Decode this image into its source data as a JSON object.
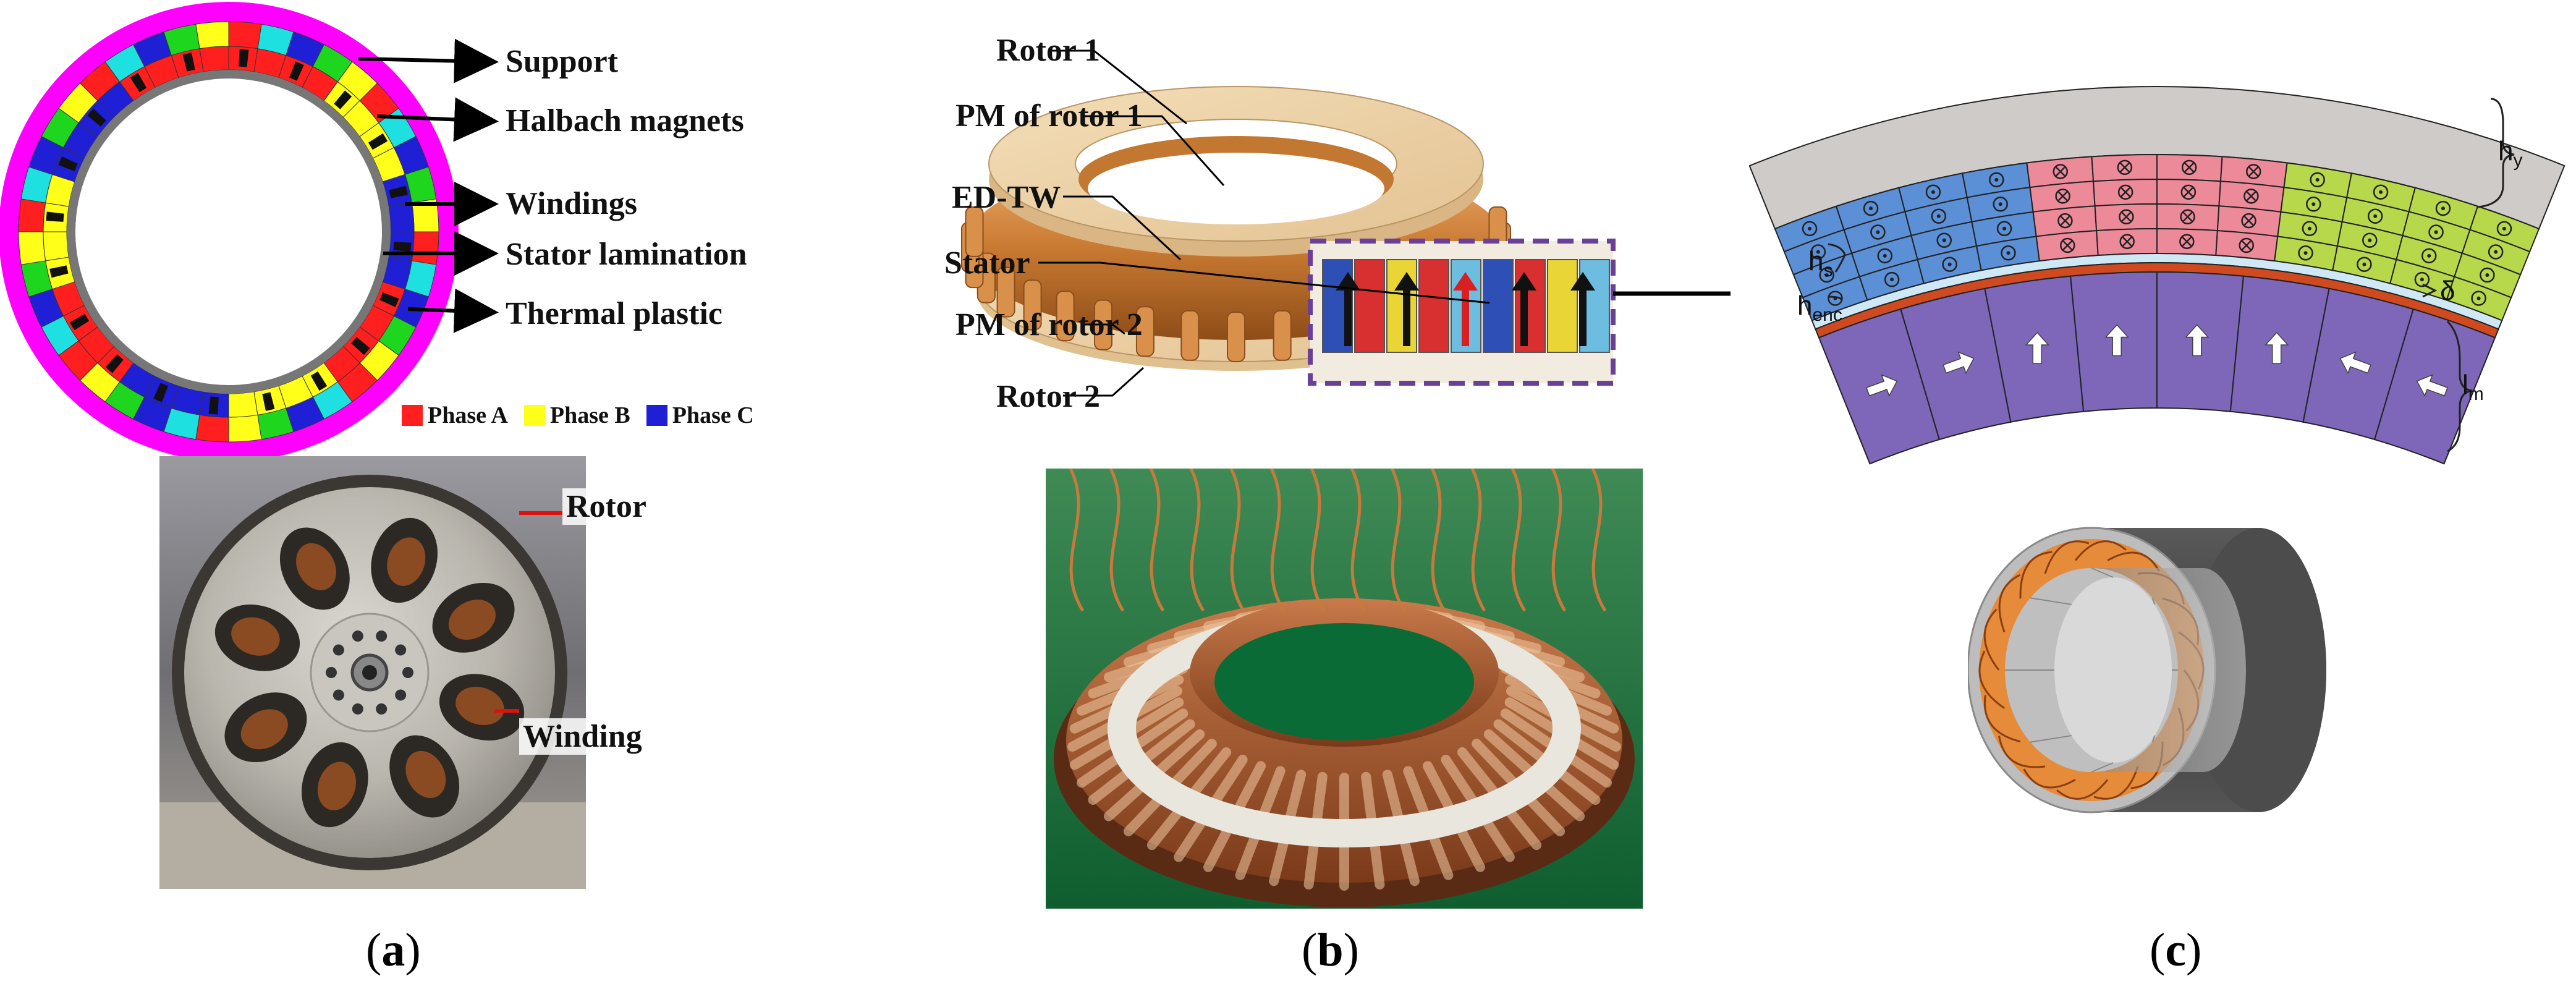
{
  "panel_a": {
    "labels": {
      "support": "Support",
      "halbach": "Halbach magnets",
      "windings": "Windings",
      "stator": "Stator lamination",
      "thermal": "Thermal plastic"
    },
    "legend": [
      {
        "label": "Phase A",
        "color": "#ff1f1f"
      },
      {
        "label": "Phase B",
        "color": "#ffff1a"
      },
      {
        "label": "Phase C",
        "color": "#1f1fd6"
      }
    ],
    "photo_labels": {
      "rotor": "Rotor",
      "winding": "Winding"
    },
    "caption_letter": "a"
  },
  "panel_b": {
    "labels": {
      "rotor1": "Rotor 1",
      "pm1": "PM of rotor 1",
      "edtw": "ED-TW",
      "stator": "Stator",
      "pm2": "PM of rotor 2",
      "rotor2": "Rotor 2"
    },
    "caption_letter": "b"
  },
  "panel_c": {
    "symbols": {
      "hy": "h",
      "hy_sub": "y",
      "hs": "h",
      "hs_sub": "s",
      "henc": "h",
      "henc_sub": "enc",
      "delta": "δ",
      "lm": "l",
      "lm_sub": "m"
    },
    "phase_colors": {
      "blue": "#5b8fd6",
      "pink": "#ec8a9a",
      "green": "#b6d84a"
    },
    "caption_letter": "c"
  }
}
